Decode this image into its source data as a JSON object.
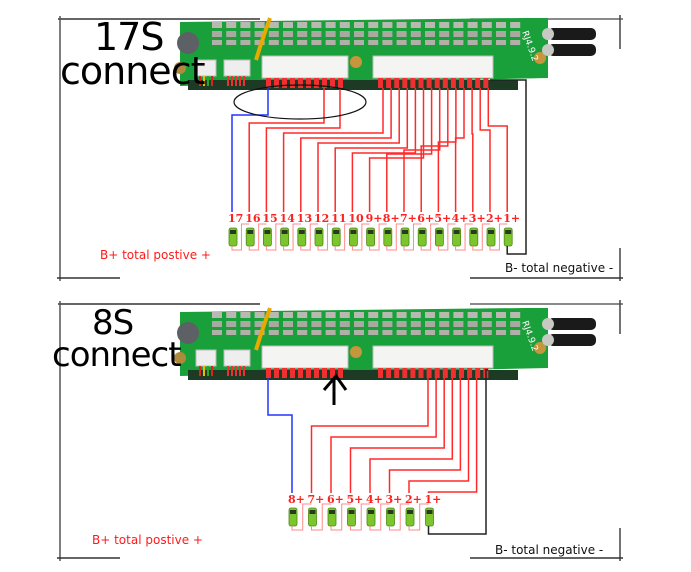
{
  "diagrams": [
    {
      "id": "17s",
      "title_line1": "17S",
      "title_line2": "connect",
      "b_plus_label": "B+ total postive +",
      "b_minus_label": "B- total negative -",
      "board_silkscreen": "RJ4.9.2",
      "annotation": "ellipse",
      "cells": [
        "17",
        "16",
        "15",
        "14",
        "13",
        "12",
        "11",
        "10",
        "9+",
        "8+",
        "7+",
        "6+",
        "5+",
        "4+",
        "3+",
        "2+",
        "1+"
      ],
      "colors": {
        "wire": "#ff2a2a",
        "b_plus_wire": "#2233ff",
        "b_minus_wire": "#222222",
        "pcb": "#1aa03a"
      }
    },
    {
      "id": "8s",
      "title_line1": "8S",
      "title_line2": "connect",
      "b_plus_label": "B+ total postive +",
      "b_minus_label": "B- total negative -",
      "board_silkscreen": "RJ4.9.2",
      "annotation": "arrow",
      "cells": [
        "8+",
        "7+",
        "6+",
        "5+",
        "4+",
        "3+",
        "2+",
        "1+"
      ],
      "colors": {
        "wire": "#ff2a2a",
        "b_plus_wire": "#2233ff",
        "b_minus_wire": "#222222",
        "pcb": "#1aa03a"
      }
    }
  ]
}
